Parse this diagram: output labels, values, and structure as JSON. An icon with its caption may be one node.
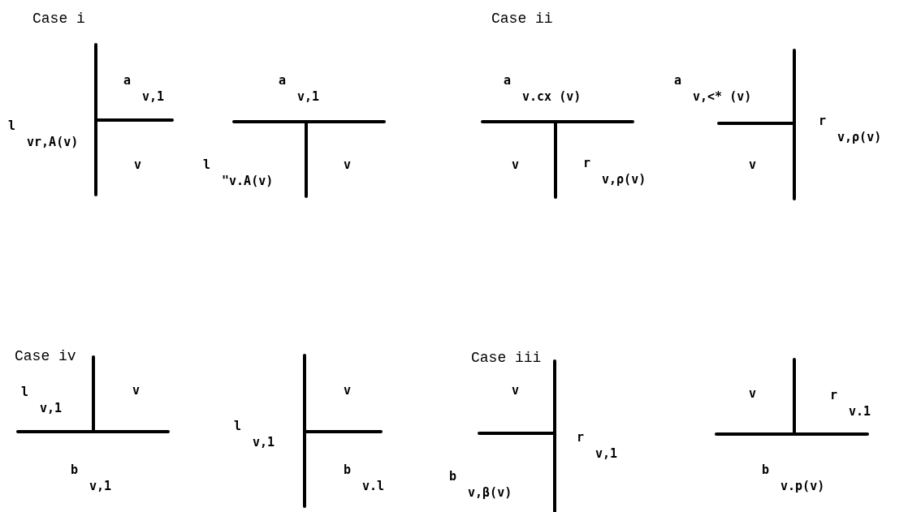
{
  "diagram": {
    "labels": [
      "Case i",
      "Case ii",
      "a$_{v,1}$",
      "a$_{v,1}$",
      "a$_{v.cx (v)}$",
      "a$_{v,<* (v)}$",
      "l$_{vr,A(v)}$",
      "r$_{v,ρ(v)}$",
      "v",
      "l$_{\"v.A(v)}$",
      "v",
      "v",
      "r$_{v,ρ(v)}$",
      "v",
      "Case iv",
      "Case iii",
      "v",
      "l$_{v,1}$",
      "v",
      "v",
      "v",
      "r$_{v.1}$",
      "l$_{v,1}$",
      "r$_{v,1}$",
      "b$_{v,1}$",
      "b$_{v.l}$",
      "b$_{v,β(v)}$",
      "b$_{v.p(v)}$"
    ]
  }
}
